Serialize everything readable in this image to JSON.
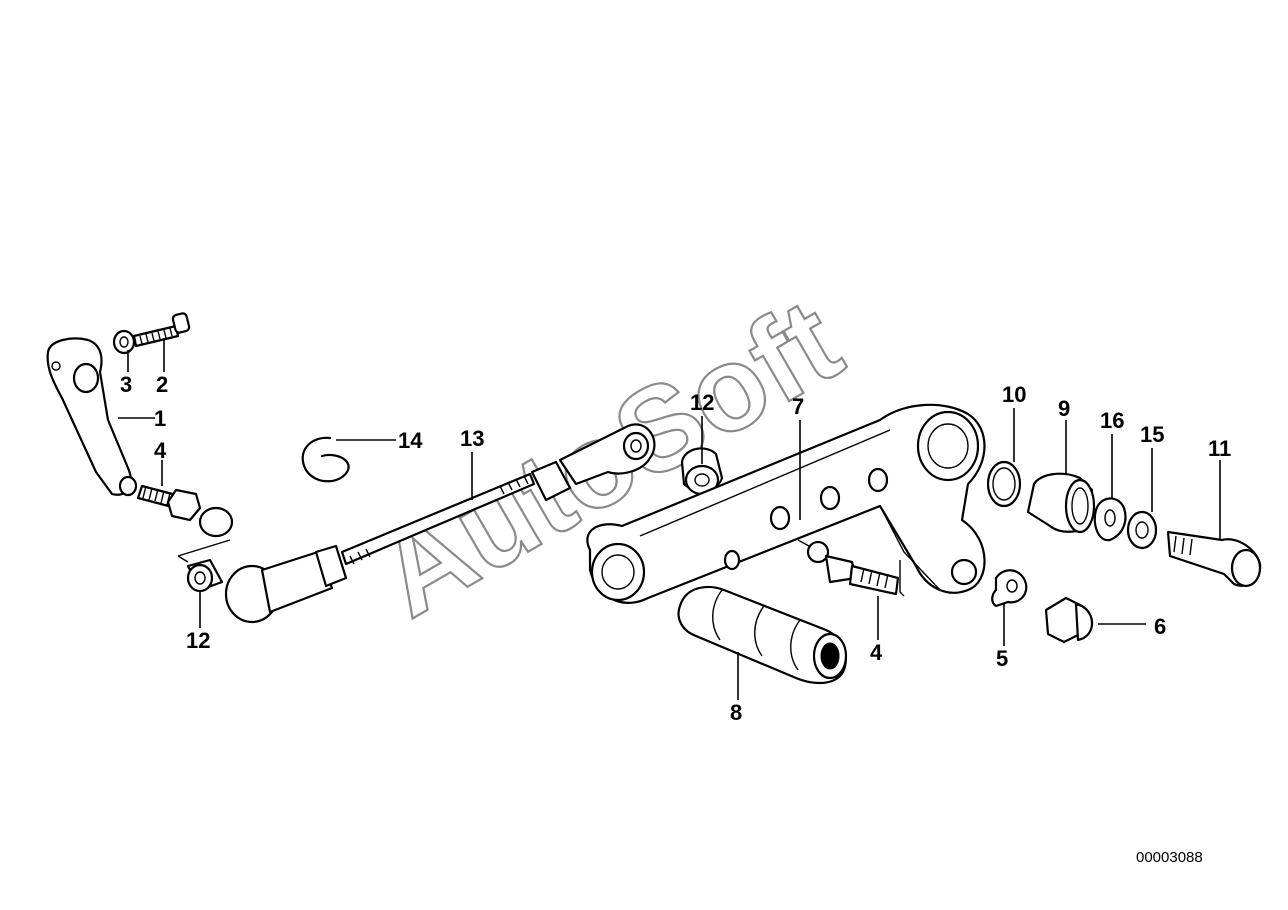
{
  "watermark": "AutoSoft",
  "document_number": "00003088",
  "callouts": {
    "c1": "1",
    "c2": "2",
    "c3": "3",
    "c4a": "4",
    "c4b": "4",
    "c5": "5",
    "c6": "6",
    "c7": "7",
    "c8": "8",
    "c9": "9",
    "c10": "10",
    "c11": "11",
    "c12a": "12",
    "c12b": "12",
    "c13": "13",
    "c14": "14",
    "c15": "15",
    "c16": "16"
  }
}
